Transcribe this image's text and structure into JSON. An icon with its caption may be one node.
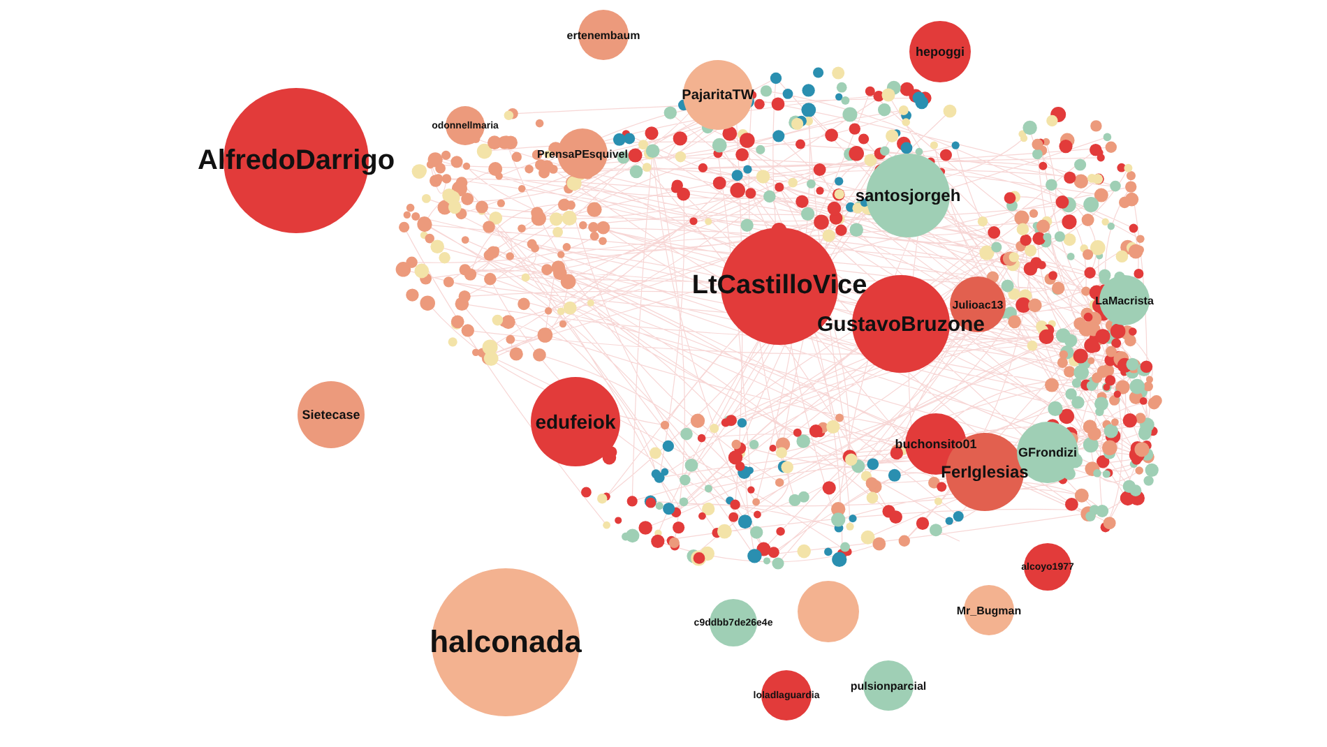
{
  "diagram": {
    "nodes": [
      {
        "text": [
          "AlfredoDarrigo"
        ]
      },
      {
        "text": [
          "ertenembaum"
        ]
      },
      {
        "text": [
          "odonnellmaria"
        ]
      },
      {
        "text": [
          "PrensaPEsquivel"
        ]
      },
      {
        "text": [
          "PajaritaTW"
        ]
      },
      {
        "text": [
          "hepoggi"
        ]
      },
      {
        "text": [
          "santosjorgeh"
        ]
      },
      {
        "text": [
          "LtCastilloVice"
        ]
      },
      {
        "text": [
          "GustavoBruzone"
        ]
      },
      {
        "text": [
          "Julioac13"
        ]
      },
      {
        "text": [
          "LaMacrista"
        ]
      },
      {
        "text": [
          "Sietecase"
        ]
      },
      {
        "text": [
          "edufeiok"
        ]
      },
      {
        "text": [
          "buchonsito01"
        ]
      },
      {
        "text": [
          "FerIglesias"
        ]
      },
      {
        "text": [
          "GFrondizi"
        ]
      },
      {
        "text": [
          "alcoyo1977"
        ]
      },
      {
        "text": [],
        "shape": "circle"
      },
      {
        "text": [
          "Mr_Bugman"
        ]
      },
      {
        "text": [
          "c9ddbb7de26e4e"
        ]
      },
      {
        "text": [
          "pulsionparcial"
        ]
      },
      {
        "text": [
          "loladlaguardia"
        ]
      },
      {
        "text": [
          "halconada"
        ]
      }
    ]
  }
}
